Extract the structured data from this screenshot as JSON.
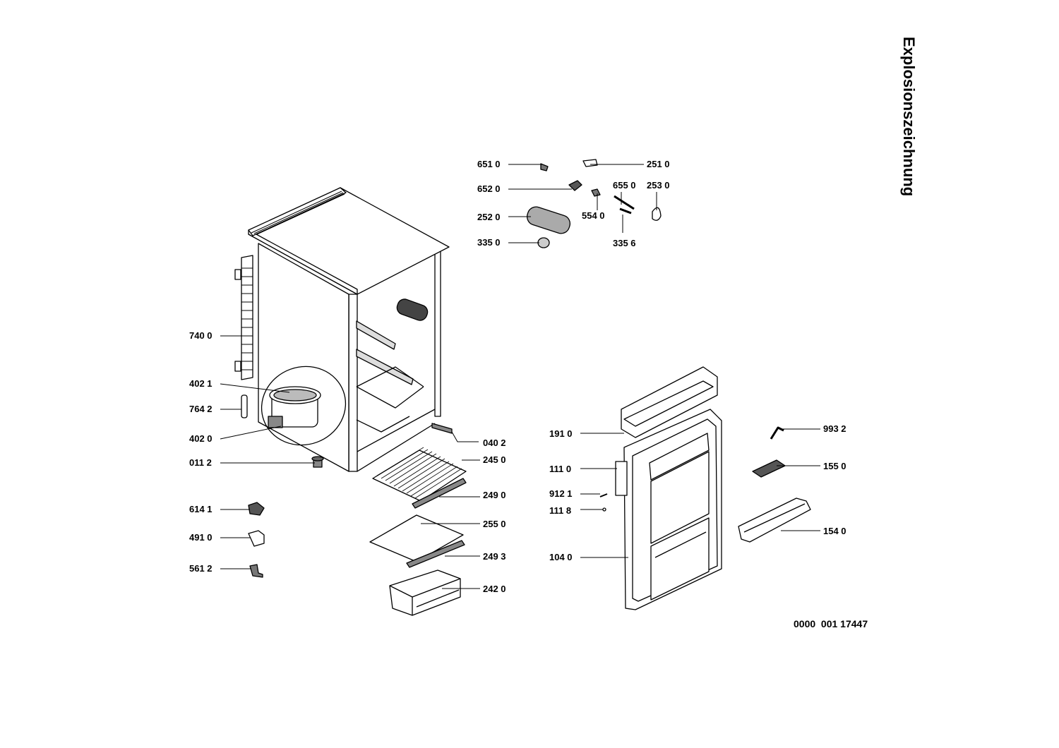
{
  "title": "Explosionszeichnung",
  "document_number": "0000  001 17447",
  "parts": {
    "p6510": "651 0",
    "p2510": "251 0",
    "p6520": "652 0",
    "p6550": "655 0",
    "p2530": "253 0",
    "p2520": "252 0",
    "p5540": "554 0",
    "p3350": "335 0",
    "p3356": "335 6",
    "p7400": "740 0",
    "p4021": "402 1",
    "p7642": "764 2",
    "p4020": "402 0",
    "p0112": "011 2",
    "p0402": "040 2",
    "p2450": "245 0",
    "p2490": "249 0",
    "p6141": "614 1",
    "p4910": "491 0",
    "p5612": "561 2",
    "p2550": "255 0",
    "p2493": "249 3",
    "p2420": "242 0",
    "p1910": "191 0",
    "p1110": "111 0",
    "p9121": "912 1",
    "p1118": "111 8",
    "p1040": "104 0",
    "p9932": "993 2",
    "p1550": "155 0",
    "p1540": "154 0"
  }
}
